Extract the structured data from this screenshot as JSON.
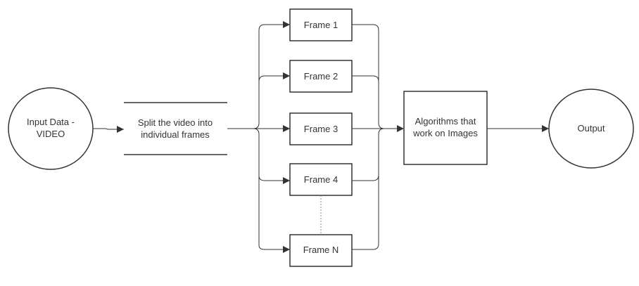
{
  "nodes": {
    "input": {
      "line1": "Input Data -",
      "line2": "VIDEO"
    },
    "split": {
      "line1": "Split the video into",
      "line2": "individual frames"
    },
    "frames": [
      "Frame 1",
      "Frame 2",
      "Frame 3",
      "Frame 4",
      "Frame N"
    ],
    "algorithms": {
      "line1": "Algorithms that",
      "line2": "work on Images"
    },
    "output": {
      "label": "Output"
    }
  },
  "colors": {
    "stroke": "#333333",
    "text": "#333333",
    "background": "#ffffff",
    "dotted": "#888888"
  }
}
